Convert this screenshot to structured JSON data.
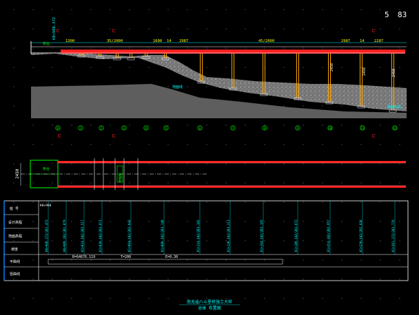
{
  "sheet": {
    "sheet_number": "5",
    "sheet_total": "83",
    "title_line1": "南无庙八斗里桥施工大样",
    "title_line2": "总体 布置图"
  },
  "elevation": {
    "left_station": "K0+968.372",
    "dims": [
      "1300",
      "35/2000",
      "1600",
      "14",
      "2987",
      "45/2000",
      "2987",
      "14",
      "2287"
    ],
    "abutment_label": "桥台",
    "pier_height_labels": [
      "2450",
      "2450",
      "2450"
    ],
    "ground_label": "地面线",
    "right_label": "路面标高"
  },
  "pier_markers": [
    "0",
    "1",
    "2",
    "3",
    "4",
    "5",
    "6",
    "7",
    "8",
    "9",
    "10",
    "11",
    "12"
  ],
  "plan": {
    "width_label": "2450",
    "abutment_label": "桥台",
    "joint_label": "伸缩缝"
  },
  "profile_table": {
    "row_labels": [
      "桩 号 / 号",
      "设 计 高 程",
      "地 面 高 程",
      "坡 度",
      "平 曲 线",
      "竖 曲 线"
    ],
    "row_label_short": [
      "桩 号",
      "设计高程",
      "地面高程",
      "坡度",
      "平曲线",
      "竖曲线"
    ],
    "first_station": "K0+968",
    "stations": [
      "K0+968.372/281.472",
      "K0+989.102/281.879",
      "K1+014.442/282.517",
      "K1+039.442/282.873",
      "K1+064.442/283.043",
      "K1+089.442/283.140",
      "K1+114.442/283.182",
      "K1+139.442/283.213",
      "K1+164.442/283.165",
      "K1+189.442/283.072",
      "K1+214.442/282.957",
      "K1+239.442/282.836",
      "K1+261.372/282.735"
    ],
    "hz_curve": "R=64676.119",
    "hz_t": "T=200",
    "hz_e": "E=0.30"
  }
}
